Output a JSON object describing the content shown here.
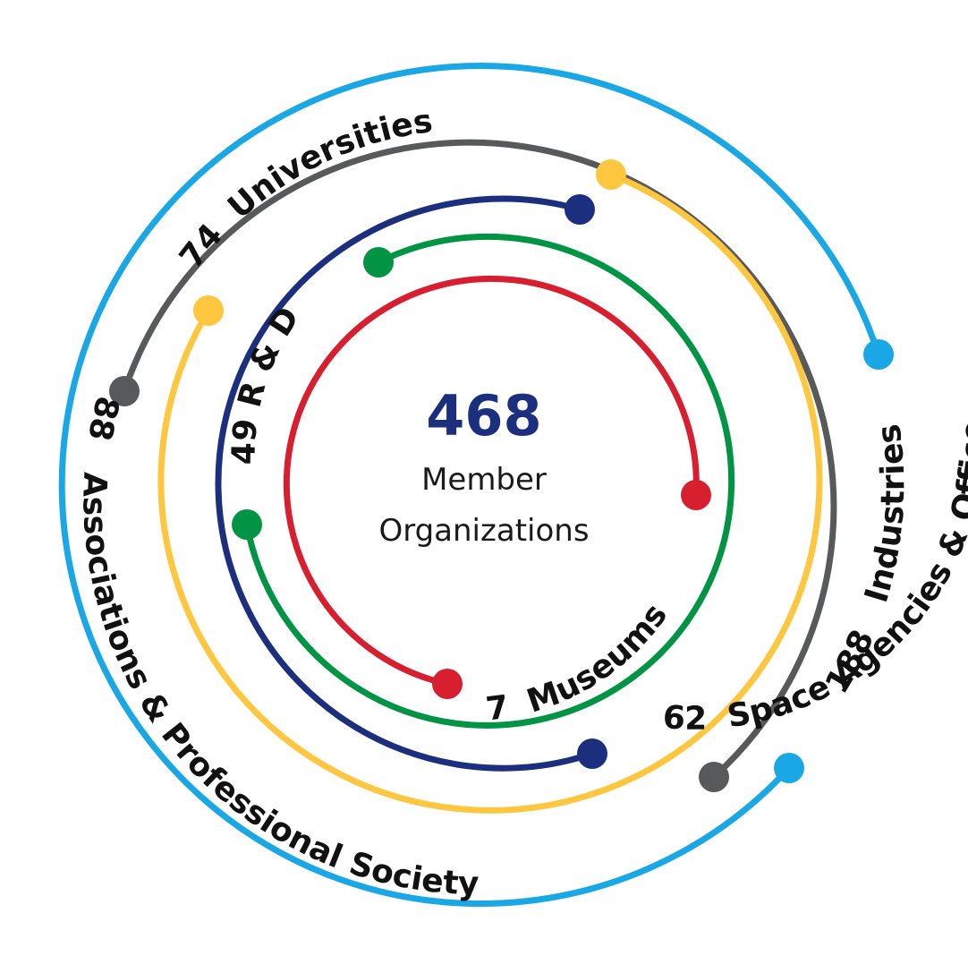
{
  "chart_data": {
    "type": "radial-bar",
    "total": {
      "value": "468",
      "line1": "Member",
      "line2": "Organizations"
    },
    "series": [
      {
        "id": "industries",
        "value": 188,
        "label": "Industries",
        "color": "#1aa7e6"
      },
      {
        "id": "universities",
        "value": 74,
        "label": "Universities",
        "color": "#58595b"
      },
      {
        "id": "associations",
        "value": 88,
        "label": "Associations & Professional Society",
        "color": "#ffc63f"
      },
      {
        "id": "space-agencies",
        "value": 62,
        "label": "Space Agencies & Office",
        "color": "#ffc63f"
      },
      {
        "id": "rnd",
        "value": 49,
        "label": "R & D",
        "color": "#1b2f7e"
      },
      {
        "id": "museums",
        "value": 7,
        "label": "Museums",
        "color": "#009444"
      }
    ],
    "colors": {
      "total_value": "#1b2f7e",
      "red_ring": "#d71f2f"
    }
  }
}
